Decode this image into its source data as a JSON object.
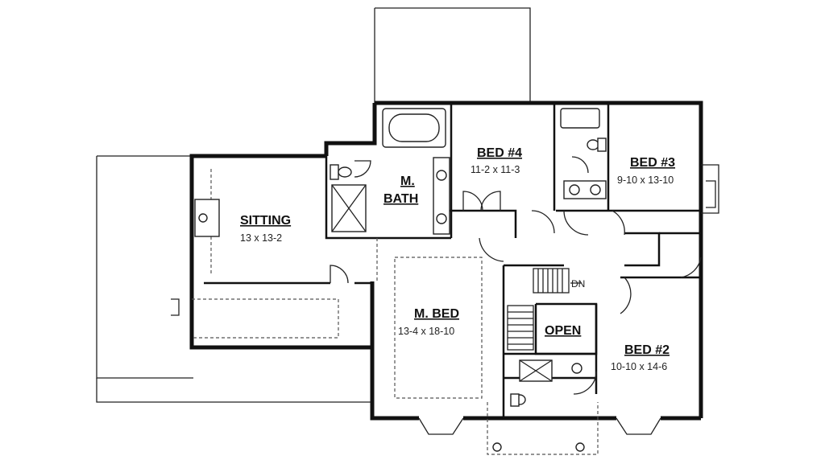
{
  "rooms": {
    "sitting": {
      "name": "SITTING",
      "dims": "13 x 13-2"
    },
    "master_bath": {
      "name_line1": "M.",
      "name_line2": "BATH"
    },
    "bed4": {
      "name": "BED #4",
      "dims": "11-2 x 11-3"
    },
    "bed3": {
      "name": "BED #3",
      "dims": "9-10 x 13-10"
    },
    "master_bed": {
      "name": "M. BED",
      "dims": "13-4 x 18-10"
    },
    "open": {
      "name": "OPEN"
    },
    "bed2": {
      "name": "BED #2",
      "dims": "10-10 x 14-6"
    }
  },
  "stairs": {
    "label": "DN"
  }
}
